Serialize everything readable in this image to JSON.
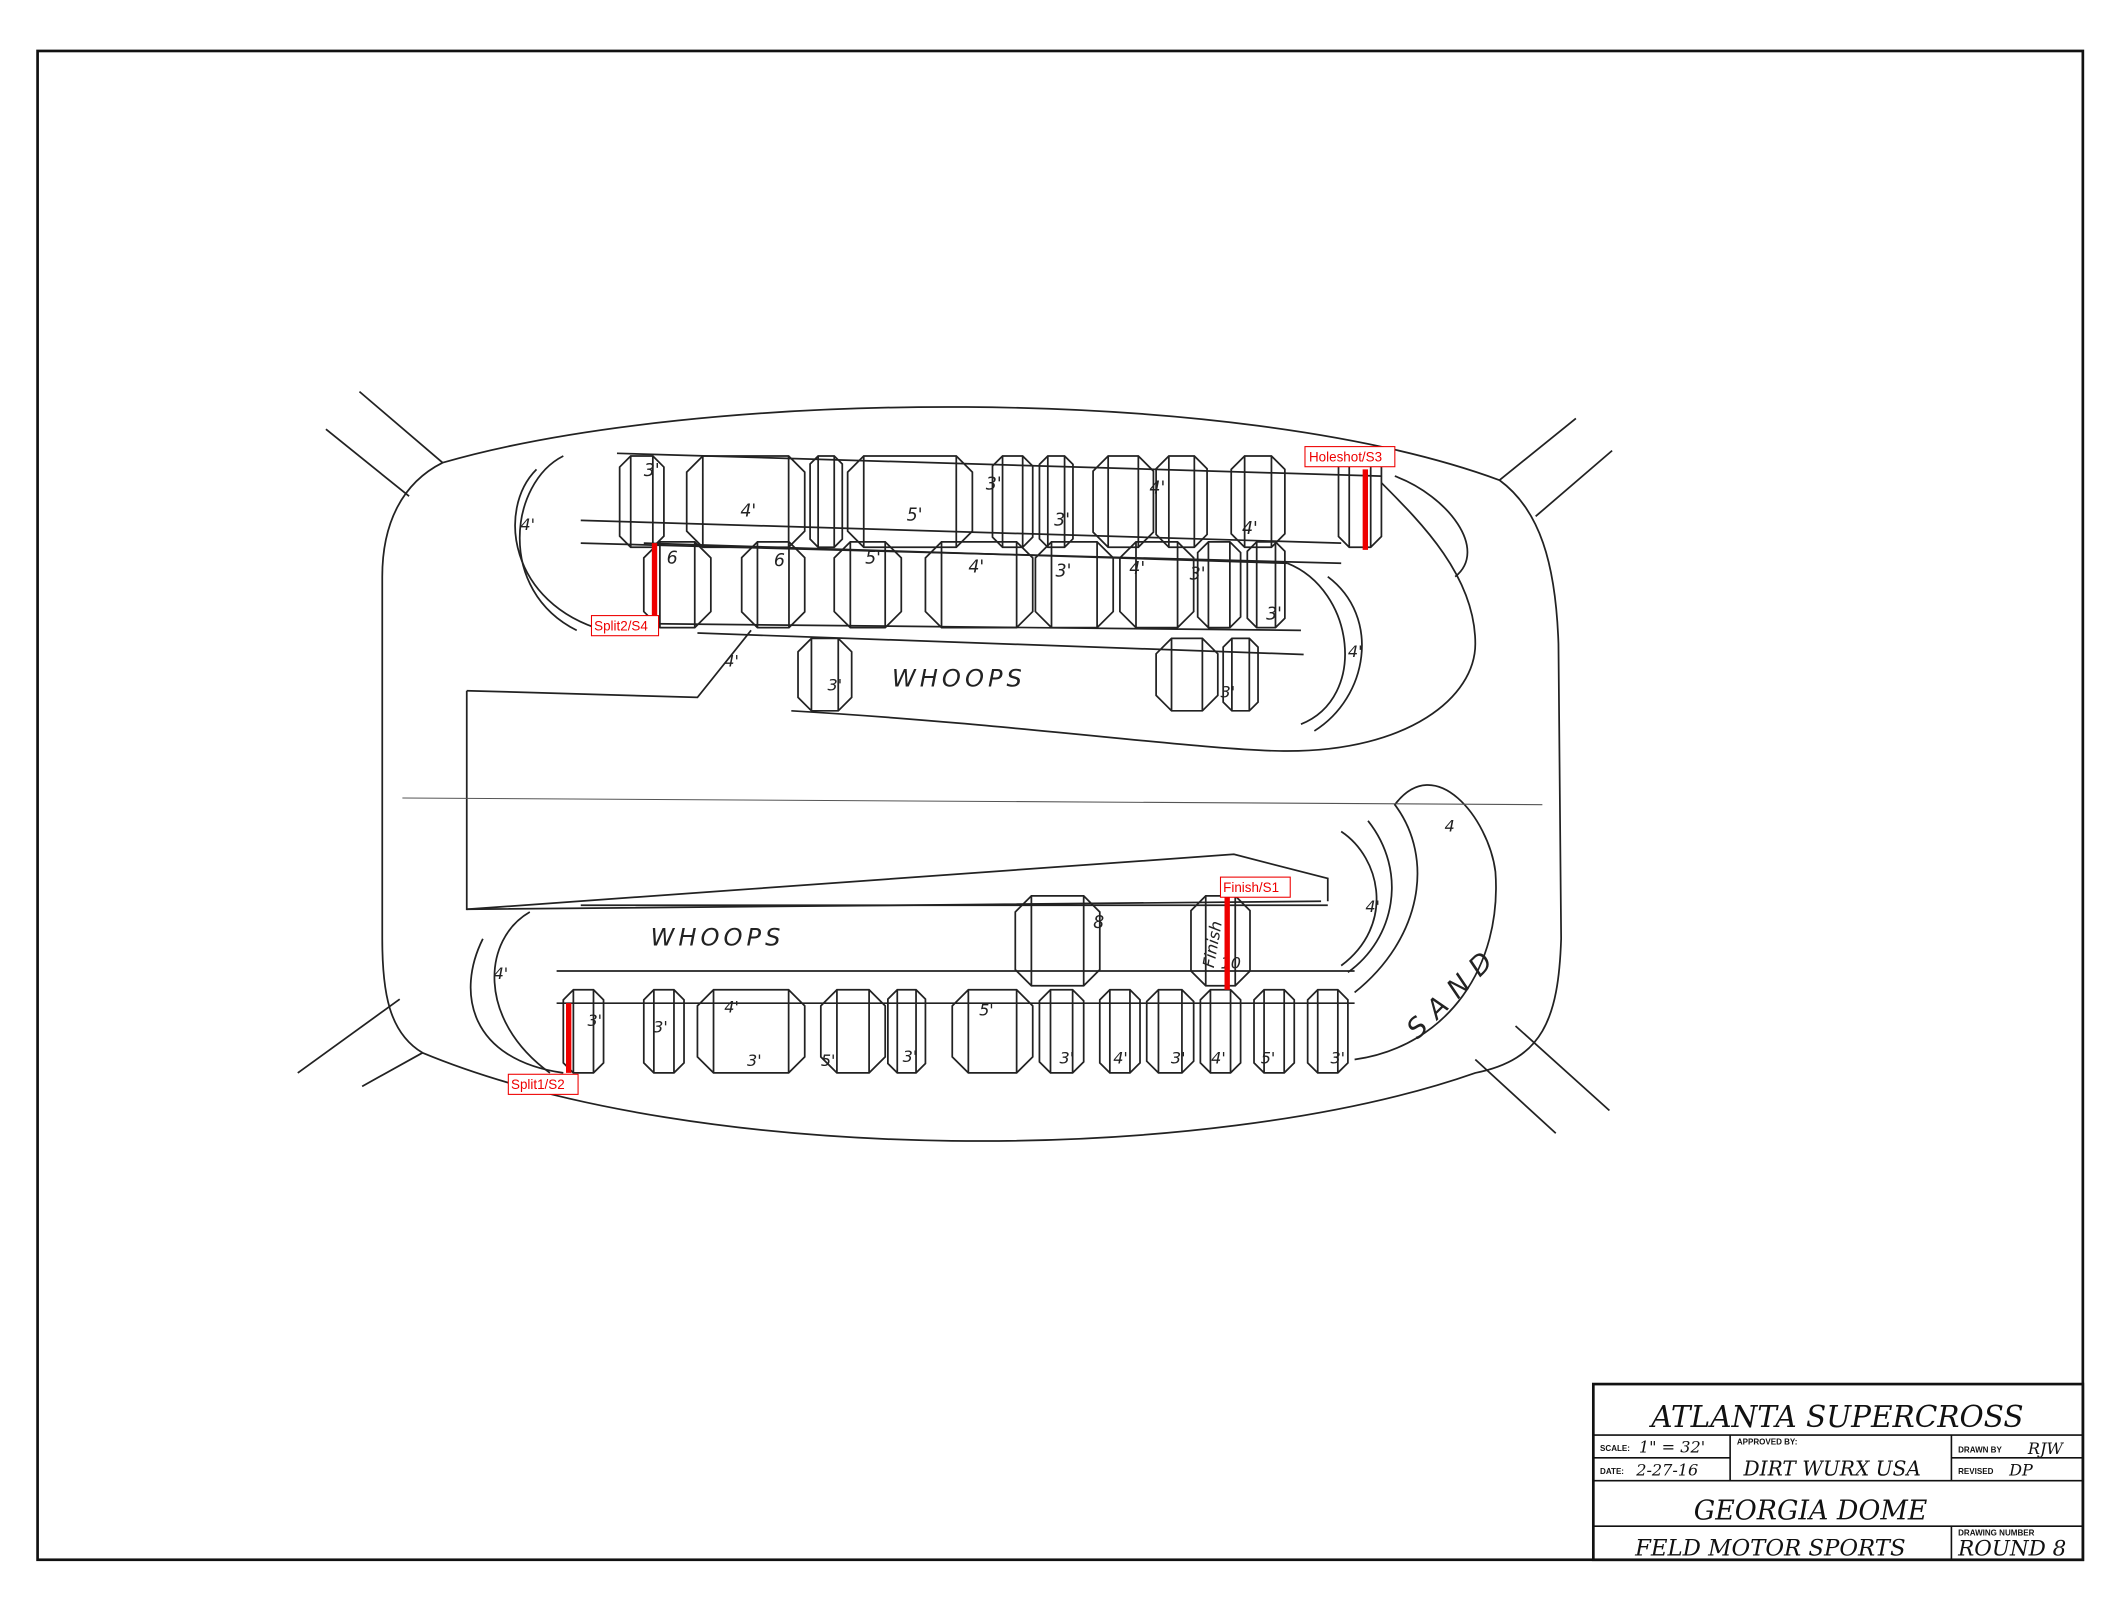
{
  "track": {
    "top_lane_labels": [
      "3'",
      "4'",
      "5'",
      "3'",
      "3'",
      "4'",
      "4'"
    ],
    "second_lane_labels": [
      "6",
      "6",
      "5'",
      "4'",
      "3'",
      "4'",
      "3'",
      "3'"
    ],
    "whoops_upper": {
      "label": "WHOOPS",
      "side_labels": [
        "3'",
        "3'"
      ]
    },
    "whoops_lower": {
      "label": "WHOOPS"
    },
    "finish_area": {
      "jump_label": "8",
      "finish_label": "Finish",
      "finish_jump": "10"
    },
    "bottom_lane_labels": [
      "3'",
      "3'",
      "4'",
      "3'",
      "5'",
      "5'",
      "3'",
      "3'",
      "4'",
      "3'",
      "4'",
      "5'",
      "3'"
    ],
    "turn_labels": [
      "4'",
      "4'",
      "4'",
      "4'",
      "4'",
      "4"
    ],
    "sand_label": "SAND"
  },
  "timing_markers": [
    {
      "label": "Holeshot/S3",
      "color": "#e00000"
    },
    {
      "label": "Split2/S4",
      "color": "#e00000"
    },
    {
      "label": "Finish/S1",
      "color": "#e00000"
    },
    {
      "label": "Split1/S2",
      "color": "#e00000"
    }
  ],
  "title_block": {
    "title": "ATLANTA SUPERCROSS",
    "scale_label": "SCALE:",
    "scale_value": "1\" = 32'",
    "date_label": "DATE:",
    "date_value": "2-27-16",
    "approved_label": "APPROVED BY:",
    "approved_value": "DIRT WURX USA",
    "drawn_label": "DRAWN BY",
    "drawn_value": "RJW",
    "revised_label": "REVISED",
    "revised_value": "DP",
    "venue": "GEORGIA DOME",
    "client": "FELD MOTOR SPORTS",
    "drawing_number_label": "DRAWING NUMBER",
    "drawing_number_value": "ROUND 8"
  }
}
